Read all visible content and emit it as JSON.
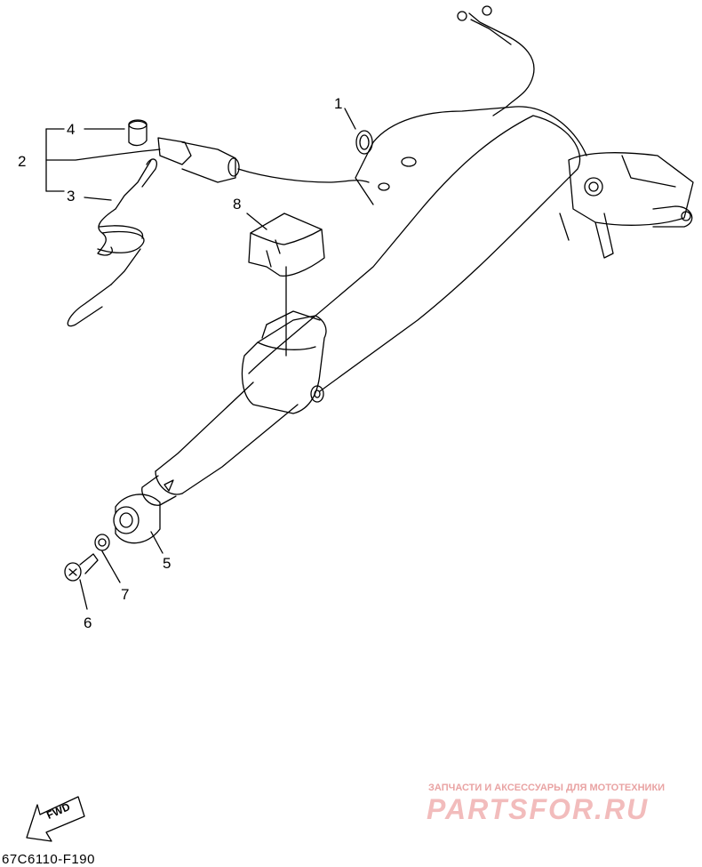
{
  "diagram": {
    "callouts": [
      "1",
      "2",
      "3",
      "4",
      "5",
      "6",
      "7",
      "8"
    ],
    "fwd_label": "FWD",
    "part_code": "67C6110-F190",
    "watermark": {
      "tagline": "ЗАПЧАСТИ И АКСЕССУАРЫ ДЛЯ МОТОТЕХНИКИ",
      "brand": "PARTSFOR.RU",
      "color": "#f2bcbc"
    }
  }
}
